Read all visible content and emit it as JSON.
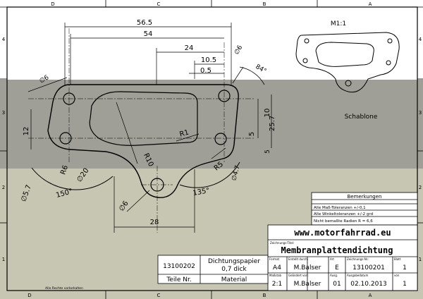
{
  "zones": {
    "top": [
      "D",
      "C",
      "B",
      "A"
    ],
    "bottom": [
      "D",
      "C",
      "B",
      "A"
    ],
    "left": [
      "4",
      "3",
      "2",
      "1"
    ],
    "right": [
      "4",
      "3",
      "2",
      "1"
    ]
  },
  "colors": {
    "overlay_top": "#8e8e86",
    "overlay_bottom": "#bcbca6",
    "line": "#000000",
    "sheet": "#ffffff"
  },
  "dimensions": {
    "d_56_5": "56.5",
    "d_54": "54",
    "d_24": "24",
    "d_10_5": "10.5",
    "d_0_5": "0.5",
    "d_phi6_top": "∅6",
    "d_84deg": "84°",
    "d_phi6_left": "∅6",
    "d_12": "12",
    "d_10": "10",
    "d_25_7": "25.7",
    "d_5": "5",
    "d_5_right": "5",
    "d_R1": "R1",
    "d_R10": "R10",
    "d_R6_left": "R6",
    "d_phi20": "∅20",
    "d_R5": "R5",
    "d_phi4_7": "∅4.7",
    "d_phi5_7": "∅5.7",
    "d_150deg": "150°",
    "d_135deg": "135°",
    "d_phi6_bottom": "∅6",
    "d_28": "28"
  },
  "scale_label": "M1:1",
  "template_label": "Schablone",
  "remarks": {
    "title": "Bemerkungen",
    "lines": [
      "Alle Maß-Toleranzen +/-0,1",
      "Alle Winkeltoleranzen +/-2 grd",
      "Nicht bemaßte Radien R = 6,6"
    ]
  },
  "title_block": {
    "website": "www.motorfahrrad.eu",
    "drawing_title_label": "Zeichnungs-Titel:",
    "drawing_title": "Membranplattendichtung",
    "row1_labels": [
      "Format",
      "Erstellt durch:",
      "Art",
      "Zeichnungs-Nr.:",
      "Blatt"
    ],
    "row1_values": [
      "A4",
      "M.Balser",
      "E",
      "13100201",
      "1"
    ],
    "row2_labels": [
      "Maßstab",
      "Geändert von:",
      "Ausg.",
      "Ausgabedatum",
      "von"
    ],
    "row2_values": [
      "2:1",
      "M.Balser",
      "01",
      "02.10.2013",
      "1"
    ]
  },
  "parts_list": {
    "part_no": "13100202",
    "material_value_line1": "Dichtungspapier",
    "material_value_line2": "0,7 dick",
    "part_no_header": "Teile Nr.",
    "material_header": "Material"
  },
  "copyright": "Alle Rechte vorbehalten"
}
